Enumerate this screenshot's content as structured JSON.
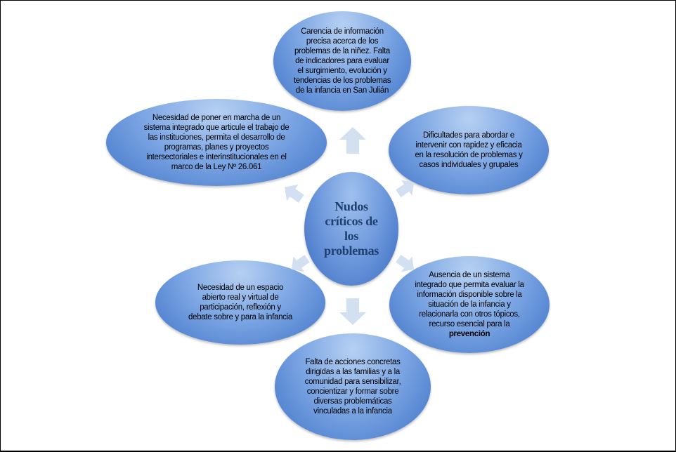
{
  "center": {
    "lines": [
      "Nudos",
      "críticos de",
      "los",
      "problemas"
    ]
  },
  "nodes": {
    "top": "Carencia de información precisa acerca de los problemas de la niñez. Falta de indicadores para evaluar el surgimiento, evolución y tendencias de los problemas de la infancia en San Julián",
    "upper_left": "Necesidad de poner en marcha de un sistema integrado que articule el trabajo de las instituciones, permita el desarrollo de programas, planes y proyectos intersectoriales e interinstitucionales en el marco de la Ley Nº 26.061",
    "upper_right": "Dificultades para abordar e intervenir con rapidez y eficacia en la resolución de problemas y casos individuales y grupales",
    "lower_right": "Ausencia de un sistema integrado que permita evaluar la información disponible sobre la situación de la infancia y relacionarla con otros tópicos, recurso esencial para la",
    "lower_right_bold": "prevención",
    "lower_left": "Necesidad de un espacio abierto real y virtual de participación, reflexión y debate sobre y para la infancia",
    "bottom": "Falta de acciones concretas dirigidas a las familias y a la comunidad para sensibilizar, concientizar y formar sobre diversas problemáticas vinculadas a la infancia"
  },
  "colors": {
    "arrow": "#d3e0f1",
    "node_dark": "#3f74c8",
    "node_light": "#b6d0f2"
  }
}
